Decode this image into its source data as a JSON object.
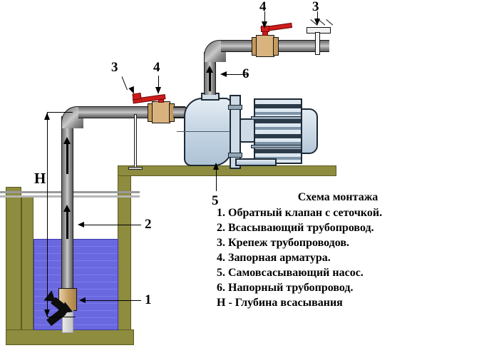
{
  "diagram": {
    "title": "Схема монтажа",
    "legend_items": [
      "1. Обратный клапан с сеточкой.",
      "2. Всасывающий трубопровод.",
      "3. Крепеж трубопроводов.",
      "4. Запорная арматура.",
      "5. Самовсасывающий насос.",
      "6. Напорный трубопровод.",
      "Н - Глубина всасывания"
    ],
    "callouts": {
      "foot_valve": "1",
      "suction_pipe": "2",
      "clamp_lower": "3",
      "clamp_upper": "3",
      "valve_lower": "4",
      "valve_upper": "4",
      "pump": "5",
      "discharge_pipe": "6",
      "depth": "Н"
    },
    "colors": {
      "water": "#6a68df",
      "wall": "#8d8c3f",
      "pipe": "#9a9a9a",
      "brass": "#d9b37d",
      "handle_red": "#d01b1b",
      "pump_body": "#c6d6e4",
      "outline": "#1a1a1a"
    },
    "icon_names": {
      "flow_up": "flow-arrow-up-icon",
      "inflow": "water-inflow-arrow-icon",
      "leader": "callout-leader-line"
    }
  }
}
